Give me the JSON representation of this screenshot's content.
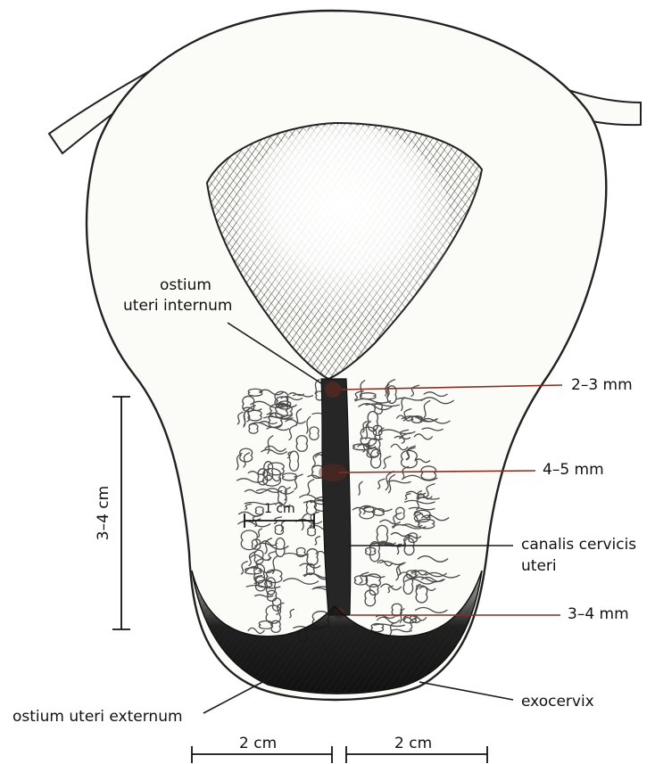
{
  "labels": {
    "ostium_internum_line1": "ostium",
    "ostium_internum_line2": "uteri internum",
    "width_upper": "2–3 mm",
    "width_middle": "4–5 mm",
    "canalis_line1": "canalis cervicis",
    "canalis_line2": "uteri",
    "width_lower": "3–4 mm",
    "ostium_externum": "ostium uteri externum",
    "exocervix": "exocervix",
    "cervix_length": "3–4 cm",
    "inner_scale": "1 cm",
    "width_left": "2 cm",
    "width_right": "2 cm"
  },
  "colors": {
    "ink": "#111111",
    "pointer_dark": "#1a1a1a",
    "pointer_red": "#8b2b1f",
    "uterus_fill": "#fbfbf8",
    "cavity_dark": "#3a3a3a",
    "gland_stroke": "#4a4a4a"
  }
}
